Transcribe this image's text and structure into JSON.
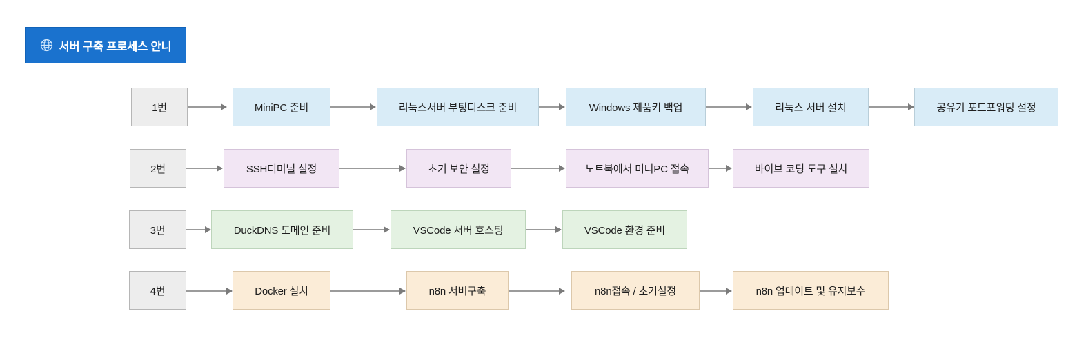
{
  "header": {
    "title": "서버 구축 프로세스 안니",
    "icon": "globe-icon",
    "background_color": "#1a72ce",
    "text_color": "#ffffff"
  },
  "colors": {
    "stage": "#ededed",
    "row1": "#d9ecf7",
    "row2": "#f2e6f4",
    "row3": "#e4f2e2",
    "row4": "#fbecd7",
    "connector": "#9b9b9b",
    "canvas": "#ffffff"
  },
  "rows": [
    {
      "stage_label": "1번",
      "color_key": "row1",
      "steps": [
        {
          "label": "MiniPC 준비"
        },
        {
          "label": "리눅스서버 부팅디스크 준비"
        },
        {
          "label": "Windows 제품키 백업"
        },
        {
          "label": "리눅스 서버 설치"
        },
        {
          "label": "공유기 포트포워딩 설정"
        }
      ]
    },
    {
      "stage_label": "2번",
      "color_key": "row2",
      "steps": [
        {
          "label": "SSH터미널 설정"
        },
        {
          "label": "초기 보안 설정"
        },
        {
          "label": "노트북에서 미니PC 접속"
        },
        {
          "label": "바이브 코딩 도구 설치"
        }
      ]
    },
    {
      "stage_label": "3번",
      "color_key": "row3",
      "steps": [
        {
          "label": "DuckDNS 도메인 준비"
        },
        {
          "label": "VSCode 서버 호스팅"
        },
        {
          "label": "VSCode 환경 준비"
        }
      ]
    },
    {
      "stage_label": "4번",
      "color_key": "row4",
      "steps": [
        {
          "label": "Docker 설치"
        },
        {
          "label": "n8n 서버구축"
        },
        {
          "label": "n8n접속 / 초기설정"
        },
        {
          "label": "n8n 업데이트 및 유지보수"
        }
      ]
    }
  ],
  "chart_data": {
    "type": "diagram",
    "title": "서버 구축 프로세스 안니",
    "diagram_kind": "horizontal-flowchart-swimlanes",
    "lanes": 4,
    "nodes_per_lane": [
      6,
      5,
      4,
      5
    ],
    "flow_direction": "left-to-right"
  }
}
